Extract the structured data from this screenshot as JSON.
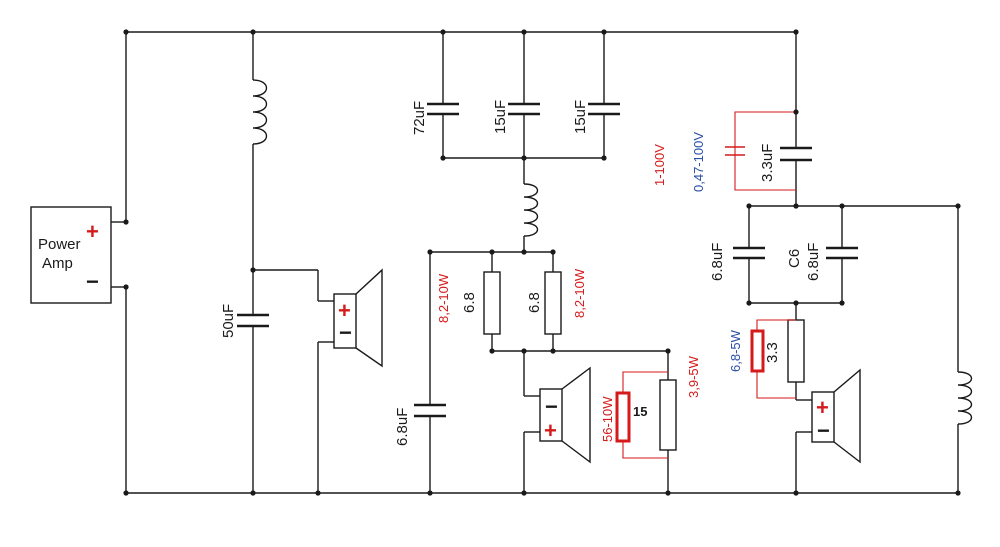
{
  "amp": {
    "label_line1": "Power",
    "label_line2": "Amp",
    "plus": "+",
    "minus": "−"
  },
  "caps": {
    "c_bass": "50uF",
    "c_72": "72uF",
    "c_15a": "15uF",
    "c_15b": "15uF",
    "c_mid_shunt": "6.8uF",
    "c_tw_series": "3.3uF",
    "c_tw_6_8a": "6.8uF",
    "c6_name": "C6",
    "c_tw_6_8b": "6.8uF"
  },
  "resistors": {
    "r_mid_a": "6.8",
    "r_mid_b": "6.8",
    "r_mid_l": "15",
    "r_tw": "3.3"
  },
  "notes": {
    "note_8_2_a": "8,2-10W",
    "note_8_2_b": "8,2-10W",
    "note_3_9": "3,9-5W",
    "note_56": "56-10W",
    "note_1_100": "1-100V",
    "note_047": "0,47-100V",
    "note_6_8_5w": "6,8-5W"
  },
  "speaker_signs": {
    "plus": "+",
    "minus": "−"
  },
  "colors": {
    "wire": "#1a1a1a",
    "mod_red": "#d41a1a",
    "mod_blue": "#2a4fa8"
  }
}
